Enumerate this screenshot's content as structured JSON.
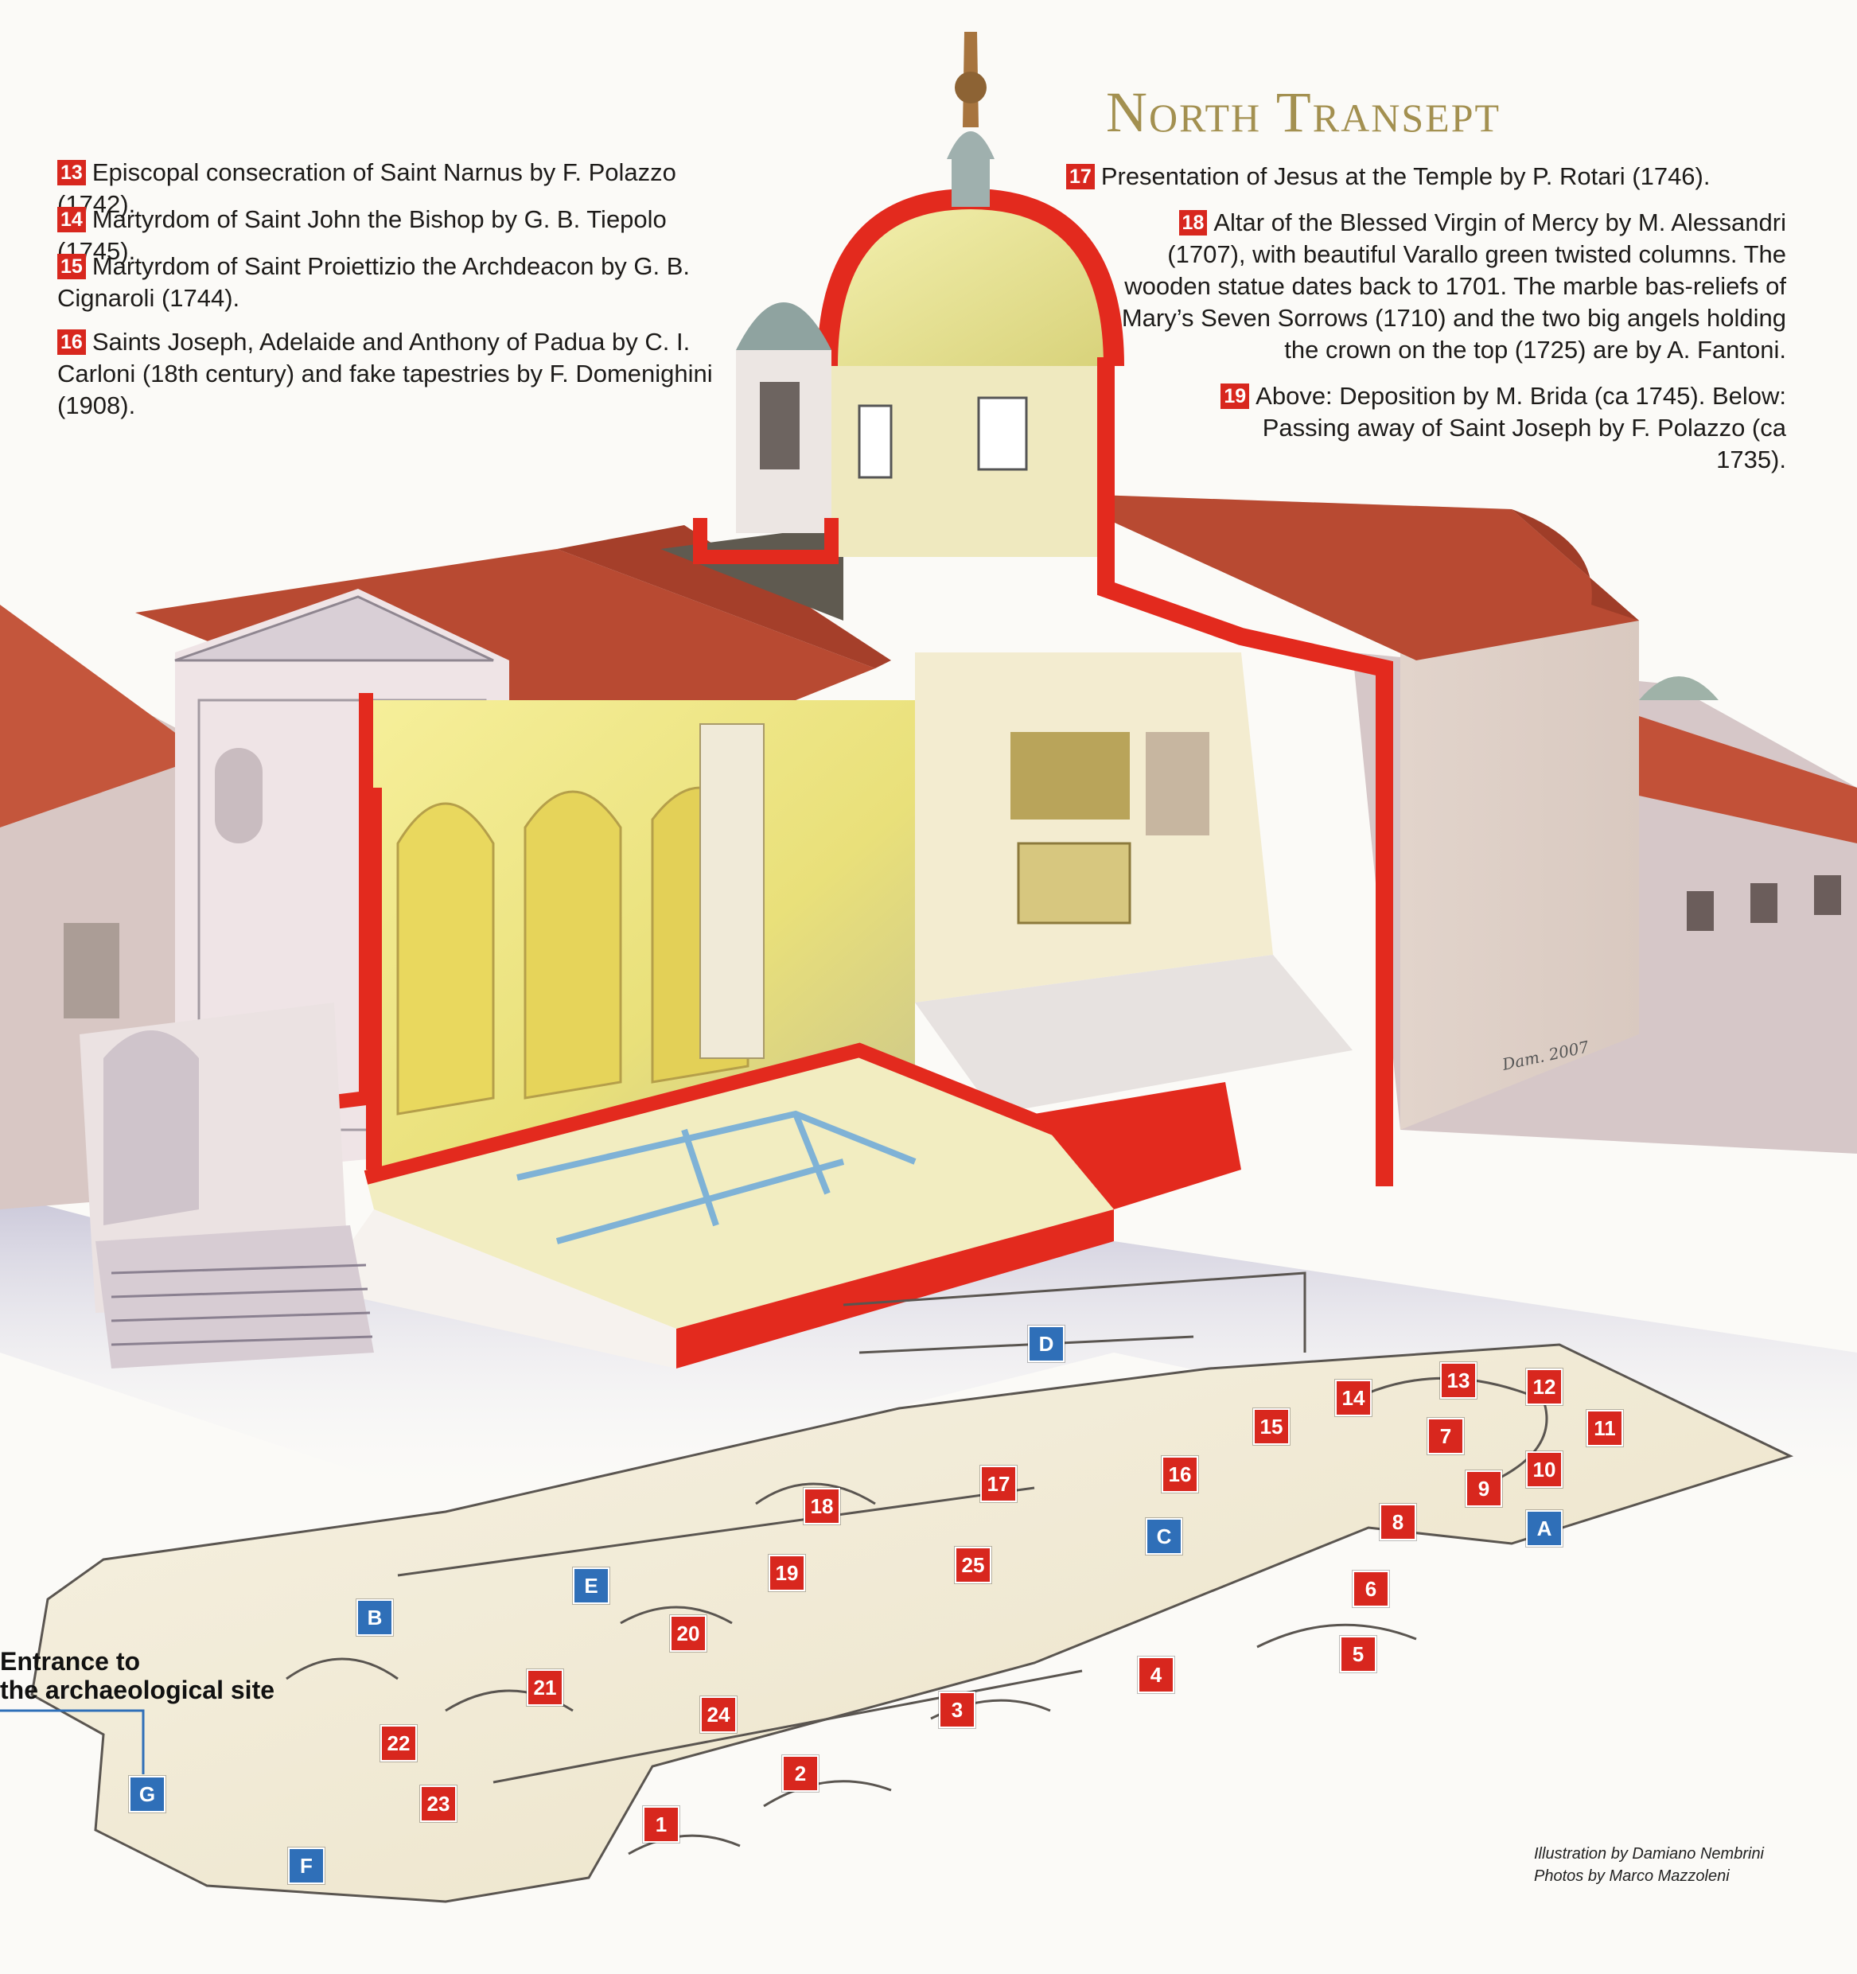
{
  "title": "North Transept",
  "notes_left": [
    {
      "num": "13",
      "text": "Episcopal consecration of Saint Narnus by F. Polazzo (1742)."
    },
    {
      "num": "14",
      "text": "Martyrdom of Saint John the Bishop by G. B. Tiepolo (1745)."
    },
    {
      "num": "15",
      "text": "Martyrdom of Saint Proiettizio the Archdeacon by G. B. Cignaroli (1744)."
    },
    {
      "num": "16",
      "text": "Saints Joseph, Adelaide and Anthony of Padua by C. I. Carloni (18th century) and fake tapestries by F. Domenighini (1908)."
    }
  ],
  "notes_right": [
    {
      "num": "17",
      "text": "Presentation of Jesus at the Temple by P. Rotari (1746)."
    },
    {
      "num": "18",
      "text": "Altar of the Blessed Virgin of Mercy by M. Alessandri (1707), with beautiful Varallo green twisted columns. The wooden statue dates back to 1701. The marble bas-reliefs of Mary’s Seven Sorrows (1710) and the two big angels holding the crown on the top (1725) are by A. Fantoni."
    },
    {
      "num": "19",
      "text": "Above: Deposition by M. Brida (ca 1745). Below: Passing away of Saint Joseph by F. Polazzo (ca 1735)."
    }
  ],
  "plan_markers_red": [
    "1",
    "2",
    "3",
    "4",
    "5",
    "6",
    "7",
    "8",
    "9",
    "10",
    "11",
    "12",
    "13",
    "14",
    "15",
    "16",
    "17",
    "18",
    "19",
    "20",
    "21",
    "22",
    "23",
    "24",
    "25"
  ],
  "plan_markers_blue": [
    "A",
    "B",
    "C",
    "D",
    "E",
    "F",
    "G"
  ],
  "entrance_label": [
    "Entrance to",
    "the archaeological site"
  ],
  "credits": [
    "Illustration by Damiano Nembrini",
    "Photos by Marco Mazzoleni"
  ],
  "artist_signature": "Dam. 2007",
  "colors": {
    "marker_red": "#d8271e",
    "marker_blue": "#2f6fb8",
    "title_gold": "#a39050",
    "cut_red": "#e32a1e",
    "roof": "#b84a32"
  }
}
